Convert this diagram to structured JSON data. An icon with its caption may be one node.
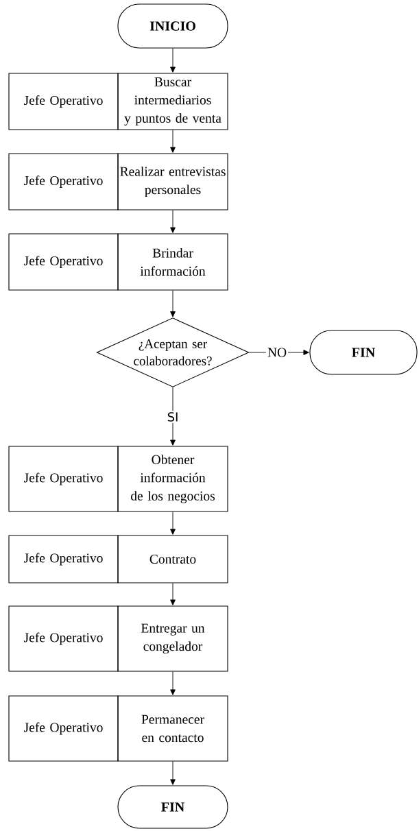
{
  "diagram": {
    "nodes": [
      {
        "text": [
          "INICIO"
        ]
      },
      {
        "text": [
          "Jefe Operativo"
        ]
      },
      {
        "text": [
          "Buscar intermediarios y puntos de venta"
        ]
      },
      {
        "text": [
          "Jefe Operativo"
        ]
      },
      {
        "text": [
          "Realizar entrevistas personales"
        ]
      },
      {
        "text": [
          "Jefe Operativo"
        ]
      },
      {
        "text": [
          "Brindar información"
        ]
      },
      {
        "text": [
          "¿Aceptan ser colaboradores?"
        ]
      },
      {
        "text": [
          "FIN"
        ]
      },
      {
        "text": [
          "Jefe Operativo"
        ]
      },
      {
        "text": [
          "Obtener información de los negocios"
        ]
      },
      {
        "text": [
          "Jefe Operativo"
        ]
      },
      {
        "text": [
          "Contrato"
        ]
      },
      {
        "text": [
          "Jefe Operativo"
        ]
      },
      {
        "text": [
          "Entregar un congelador"
        ]
      },
      {
        "text": [
          "Jefe Operativo"
        ]
      },
      {
        "text": [
          "Permanecer en contacto"
        ]
      },
      {
        "text": [
          "FIN"
        ]
      }
    ],
    "edges": [
      {
        "from": 0,
        "to": 2,
        "arrow": "to"
      },
      {
        "from": 2,
        "to": 4,
        "arrow": "to"
      },
      {
        "from": 4,
        "to": 6,
        "arrow": "to"
      },
      {
        "from": 6,
        "to": 7,
        "arrow": "to"
      },
      {
        "from": 7,
        "to": 8,
        "arrow": "to",
        "label": "NO"
      },
      {
        "from": 7,
        "to": 10,
        "arrow": "to",
        "label": "SI"
      },
      {
        "from": 10,
        "to": 12,
        "arrow": "to"
      },
      {
        "from": 12,
        "to": 14,
        "arrow": "to"
      },
      {
        "from": 14,
        "to": 16,
        "arrow": "to"
      },
      {
        "from": 16,
        "to": 17,
        "arrow": "to"
      }
    ]
  }
}
